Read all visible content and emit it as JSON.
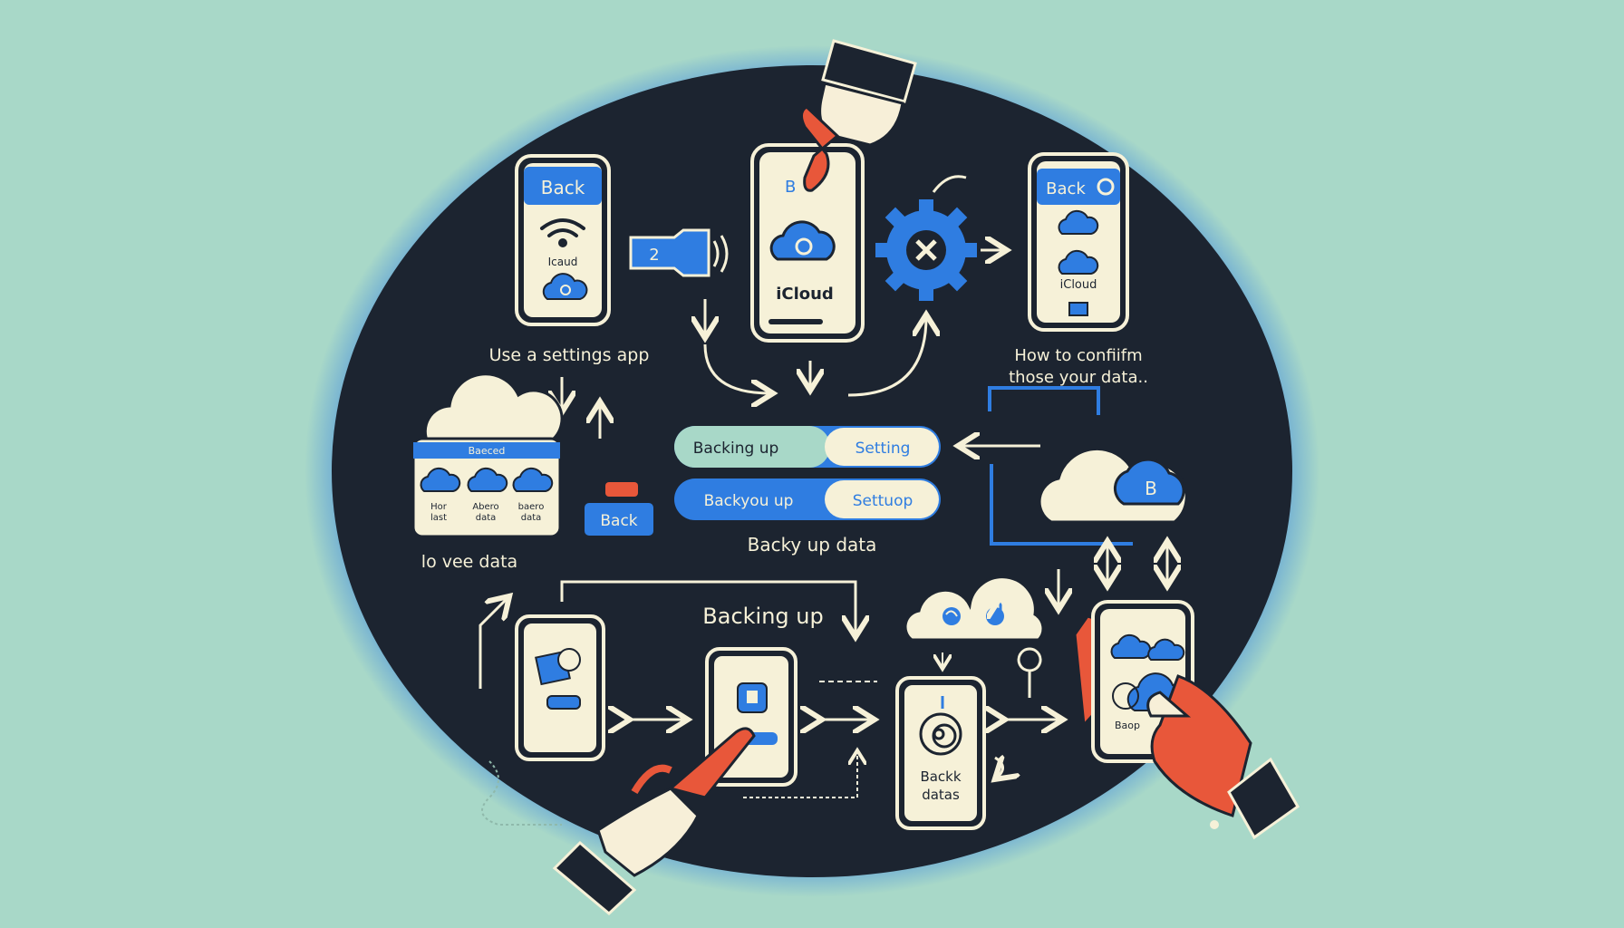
{
  "colors": {
    "background": "#a8d8c8",
    "oval": "#1c2430",
    "glow": "#2f7de1",
    "accent_blue": "#2f7de1",
    "cream": "#f6f1d8",
    "hand": "#f7efd8",
    "sleeve": "#1c2430",
    "finger_red": "#e8573a"
  },
  "phones": {
    "p1": {
      "header": "Back",
      "caption": "Icaud",
      "icons": [
        "wifi-icon",
        "cloud-icon"
      ]
    },
    "p2": {
      "header": "B",
      "caption": "iCloud",
      "icons": [
        "cloud-icon"
      ]
    },
    "p3": {
      "header": "Back",
      "caption": "iCloud",
      "icons": [
        "cloud-icon",
        "cloud-icon",
        "gem-icon"
      ]
    },
    "p4": {
      "icons": [
        "rose-icon"
      ]
    },
    "p5": {
      "icons": [
        "lock-icon"
      ]
    },
    "p6": {
      "caption_line1": "Backk",
      "caption_line2": "datas",
      "icons": [
        "swirl-icon"
      ]
    },
    "p7": {
      "caption": "Baop",
      "icons": [
        "cloud-icon",
        "cloud-icon",
        "cloud-icon"
      ]
    }
  },
  "labels": {
    "settings_app": "Use a settings app",
    "confirm_line1": "How to confiifm",
    "confirm_line2": "those your data..",
    "backup_data": "Backy up data",
    "view_data": "lo vee data",
    "backing_up_title": "Backing up"
  },
  "browser_card": {
    "header": "Baeced",
    "items": [
      {
        "line1": "Hor",
        "line2": "last"
      },
      {
        "line1": "Abero",
        "line2": "data"
      },
      {
        "line1": "baero",
        "line2": "data"
      }
    ]
  },
  "back_button": "Back",
  "toggles": [
    {
      "left": "Backing up",
      "right": "Setting"
    },
    {
      "left": "Backyou up",
      "right": "Settuop"
    }
  ],
  "cloud_badge": "B",
  "usb_badge": "2"
}
